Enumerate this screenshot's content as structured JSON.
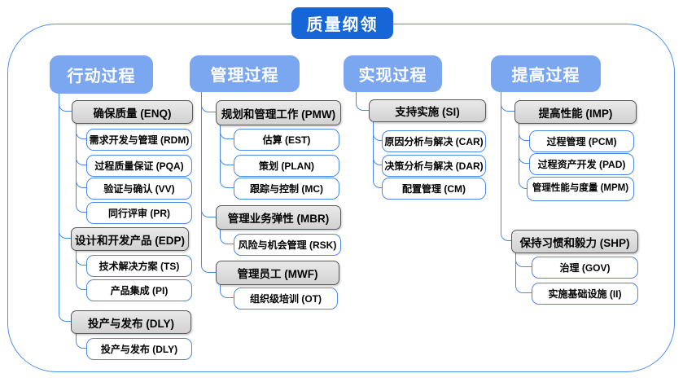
{
  "title": "质量纲领",
  "columns": [
    {
      "header": "行动过程",
      "groups": [
        {
          "label": "确保质量 (ENQ)",
          "children": [
            "需求开发与管理 (RDM)",
            "过程质量保证 (PQA)",
            "验证与确认 (VV)",
            "同行评审 (PR)"
          ]
        },
        {
          "label": "设计和开发产品 (EDP)",
          "children": [
            "技术解决方案 (TS)",
            "产品集成 (PI)"
          ]
        },
        {
          "label": "投产与发布 (DLY)",
          "children": [
            "投产与发布 (DLY)"
          ]
        }
      ]
    },
    {
      "header": "管理过程",
      "groups": [
        {
          "label": "规划和管理工作 (PMW)",
          "children": [
            "估算 (EST)",
            "策划 (PLAN)",
            "跟踪与控制 (MC)"
          ]
        },
        {
          "label": "管理业务弹性 (MBR)",
          "children": [
            "风险与机会管理 (RSK)"
          ]
        },
        {
          "label": "管理员工 (MWF)",
          "children": [
            "组织级培训 (OT)"
          ]
        }
      ]
    },
    {
      "header": "实现过程",
      "groups": [
        {
          "label": "支持实施 (SI)",
          "children": [
            "原因分析与解决 (CAR)",
            "决策分析与解决 (DAR)",
            "配置管理 (CM)"
          ]
        }
      ]
    },
    {
      "header": "提高过程",
      "groups": [
        {
          "label": "提高性能 (IMP)",
          "children": [
            "过程管理 (PCM)",
            "过程资产开发 (PAD)",
            "管理性能与度量 (MPM)"
          ]
        },
        {
          "label": "保持习惯和毅力 (SHP)",
          "children": [
            "治理 (GOV)",
            "实施基础设施 (II)"
          ]
        }
      ]
    }
  ],
  "colors": {
    "title_bg": "#1666D8",
    "header_bg": "#7BA6F0",
    "connector": "#4A89E8",
    "group_bg": "#D9D9D9",
    "group_border": "#595959",
    "child_border": "#4A89E8",
    "container_border": "#4E8FF0"
  }
}
